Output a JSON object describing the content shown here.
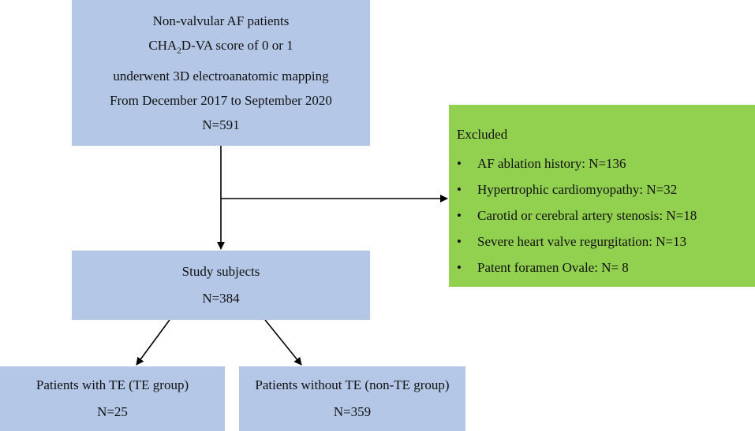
{
  "top_box": {
    "line1": "Non-valvular AF patients",
    "score_prefix": "CHA",
    "score_sub": "2",
    "score_suffix": "D-VA score of 0 or 1",
    "line3": "underwent 3D electroanatomic mapping",
    "line4": "From December 2017 to September 2020",
    "count": "N=591"
  },
  "excluded_box": {
    "title": "Excluded",
    "bullet": "•",
    "items": [
      "AF ablation history: N=136",
      "Hypertrophic cardiomyopathy: N=32",
      "Carotid or cerebral artery stenosis: N=18",
      "Severe heart valve regurgitation: N=13",
      "Patent foramen Ovale: N= 8"
    ]
  },
  "study_box": {
    "label": "Study subjects",
    "count": "N=384"
  },
  "te_group_box": {
    "label": "Patients with TE (TE group)",
    "count": "N=25"
  },
  "non_te_group_box": {
    "label": "Patients without TE (non-TE group)",
    "count": "N=359"
  },
  "colors": {
    "blue_box": "#b4c7e7",
    "green_box": "#92d050",
    "arrow": "#000000"
  }
}
